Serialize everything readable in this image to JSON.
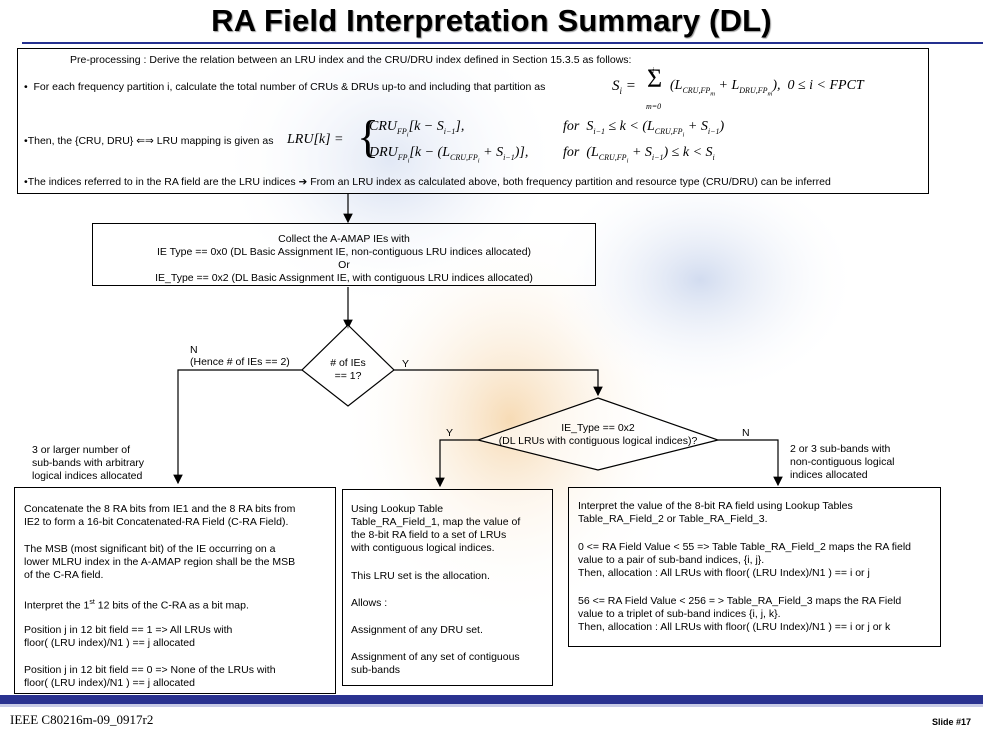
{
  "title": "RA Field Interpretation Summary (DL)",
  "pre": {
    "heading": "Pre-processing : Derive the relation between an LRU index and the CRU/DRU index defined in Section 15.3.5 as follows:",
    "bullet1": "For each frequency partition i, calculate the total number of CRUs & DRUs up-to and including that partition as",
    "bullet2_pre": "Then, the {CRU, DRU}",
    "bullet2_arrow": "⇐⇒",
    "bullet2_post": "LRU mapping is given as",
    "bullet3_pre": "The indices referred to in the RA field are the LRU indices",
    "bullet3_arrow": "➔",
    "bullet3_post": "From an LRU index as calculated above, both frequency partition and resource type (CRU/DRU) can be inferred",
    "formula1": "Sᵢ = Σₘ₌₀ⁱ (L_CRU,FPₘ + L_DRU,FPₘ),  0 ≤ i < FPCT",
    "formula2_lhs": "LRU[k] =",
    "formula2_row1": "CRU_FPᵢ[k − Sᵢ₋₁],",
    "formula2_cond1": "for Sᵢ₋₁ ≤ k < (L_CRU,FPᵢ + Sᵢ₋₁)",
    "formula2_row2": "DRU_FPᵢ[k − (L_CRU,FPᵢ + Sᵢ₋₁)],",
    "formula2_cond2": "for (L_CRU,FPᵢ + Sᵢ₋₁) ≤ k < Sᵢ"
  },
  "collect": {
    "line1": "Collect the A-AMAP IEs with",
    "line2": "IE Type == 0x0 (DL Basic Assignment IE, non-contiguous LRU indices allocated)",
    "line3": "Or",
    "line4": "IE_Type == 0x2 (DL Basic Assignment IE, with contiguous LRU indices allocated)"
  },
  "decision1": {
    "line1": "# of IEs",
    "line2": "== 1?",
    "no_label": "N",
    "no_note": "(Hence # of IEs == 2)",
    "yes_label": "Y"
  },
  "decision2": {
    "line1": "IE_Type == 0x2",
    "line2": "(DL LRUs with contiguous logical indices)?",
    "yes_label": "Y",
    "no_label": "N"
  },
  "notes": {
    "left": [
      "3 or larger number of",
      "sub-bands with arbitrary",
      "logical indices allocated"
    ],
    "right": [
      "2 or 3 sub-bands with",
      "non-contiguous logical",
      "indices allocated"
    ]
  },
  "box_left": {
    "p1": [
      "Concatenate the 8 RA bits  from IE1 and the 8 RA bits from",
      "IE2 to form a 16-bit Concatenated-RA Field (C-RA Field)."
    ],
    "p2": [
      "The MSB (most significant bit) of the IE occurring on a",
      "lower MLRU index in the A-AMAP region shall be the MSB",
      "of the C-RA field."
    ],
    "p3_pre": "Interpret the 1",
    "p3_sup": "st",
    "p3_post": " 12 bits of the C-RA as a bit map.",
    "p4": [
      "Position j in  12 bit field == 1 => All LRUs with",
      "floor( (LRU index)/N1  ) == j  allocated"
    ],
    "p5": [
      "Position j in 12 bit field == 0 => None of the LRUs with",
      "floor( (LRU index)/N1  ) == j allocated"
    ]
  },
  "box_mid": {
    "p1": [
      "Using Lookup Table",
      "Table_RA_Field_1, map the value of",
      "the  8-bit RA field to a set of LRUs",
      "with contiguous logical indices."
    ],
    "p2": "This LRU set is the allocation.",
    "p3": "Allows :",
    "p4": "Assignment of any DRU set.",
    "p5": [
      "Assignment of any set of contiguous",
      "sub-bands"
    ]
  },
  "box_right": {
    "p1": [
      "Interpret the value of the 8-bit RA field using Lookup Tables",
      "Table_RA_Field_2 or Table_RA_Field_3."
    ],
    "p2": [
      "0 <= RA Field Value < 55 => Table Table_RA_Field_2 maps the RA field",
      "value to a pair of sub-band indices, {i, j}.",
      "Then, allocation : All LRUs with floor(  (LRU Index)/N1 ) == i  or j"
    ],
    "p3": [
      "56 <= RA Field Value < 256 = > Table_RA_Field_3 maps the RA Field",
      "value to a triplet of sub-band indices {i, j, k}.",
      "Then, allocation : All LRUs with floor(  (LRU Index)/N1 ) == i  or j or k"
    ]
  },
  "footer": {
    "left": "IEEE C80216m-09_0917r2",
    "right": "Slide #17"
  },
  "colors": {
    "accent_bar": "#2a3290",
    "background_blob_blue": "#dfe6f3",
    "background_blob_orange": "#f8e3c6"
  }
}
